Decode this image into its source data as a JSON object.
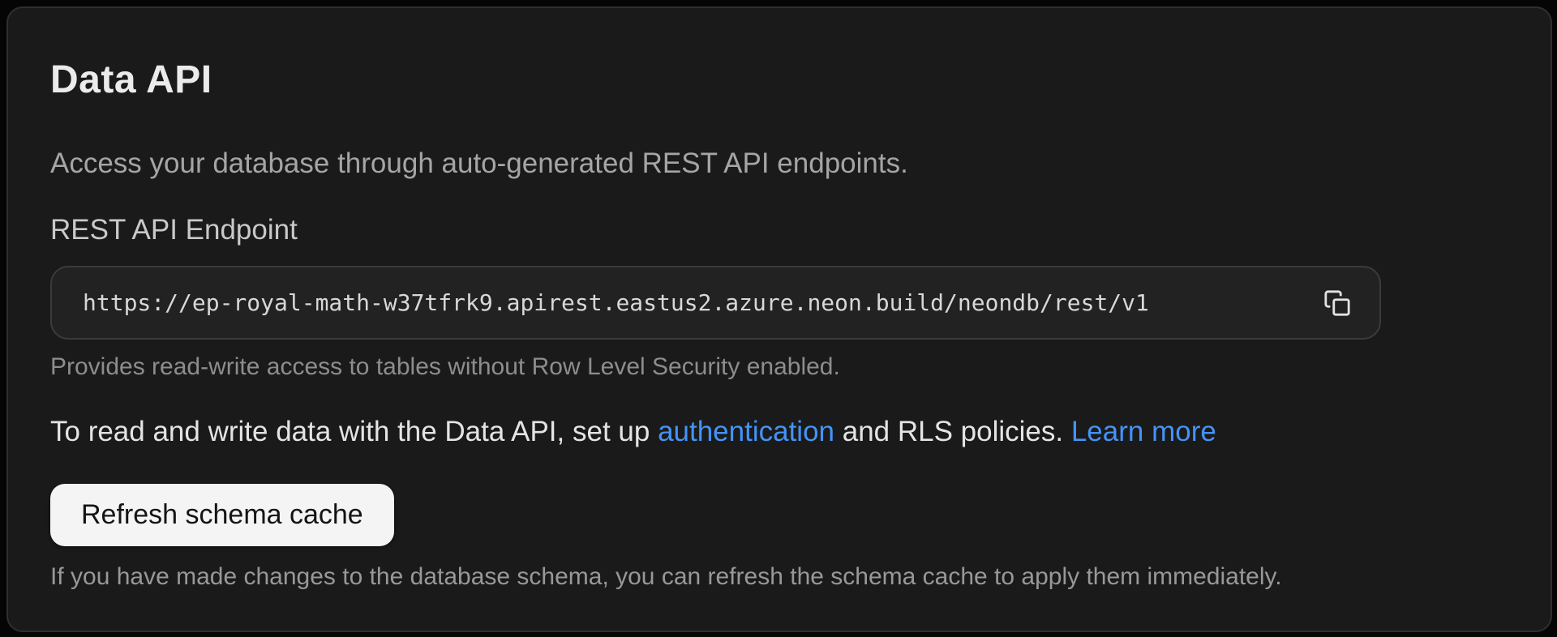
{
  "panel": {
    "title": "Data API",
    "description": "Access your database through auto-generated REST API endpoints.",
    "endpoint": {
      "label": "REST API Endpoint",
      "url": "https://ep-royal-math-w37tfrk9.apirest.eastus2.azure.neon.build/neondb/rest/v1",
      "copy_icon": "copy-icon",
      "help": "Provides read-write access to tables without Row Level Security enabled."
    },
    "rls_note": {
      "text_before": "To read and write data with the Data API, set up ",
      "auth_link": "authentication",
      "text_middle": " and RLS policies. ",
      "learn_more_link": "Learn more"
    },
    "refresh": {
      "button_label": "Refresh schema cache",
      "help": "If you have made changes to the database schema, you can refresh the schema cache to apply them immediately."
    },
    "colors": {
      "page_bg": "#050505",
      "panel_bg": "#1a1a1a",
      "panel_border": "#2f2f2f",
      "input_bg": "#222222",
      "input_border": "#3b3b3b",
      "link_blue": "#4493f8",
      "button_bg": "#f4f4f4",
      "button_text": "#141414",
      "heading_text": "#ebebeb",
      "body_text": "#e4e4e4",
      "muted_text": "#8d8d8d"
    }
  }
}
